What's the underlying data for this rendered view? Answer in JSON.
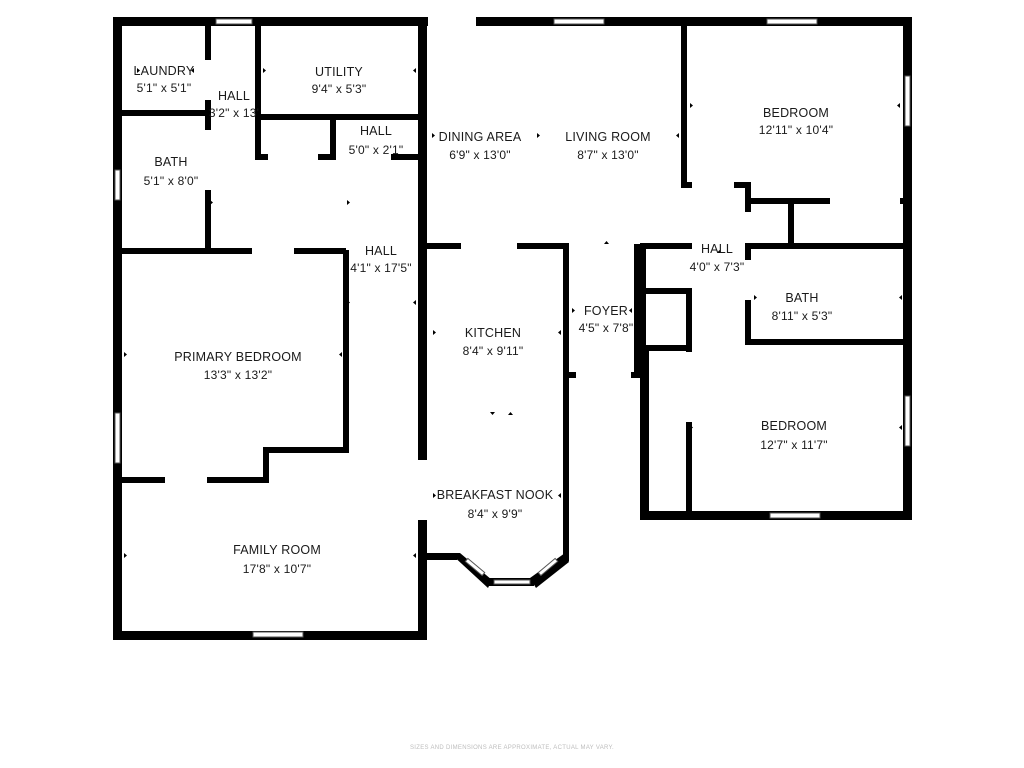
{
  "rooms": [
    {
      "key": "laundry",
      "name": "LAUNDRY",
      "dims": "5'1\" x 5'1\""
    },
    {
      "key": "hall_a",
      "name": "HALL",
      "dims": "3'2\" x 13'"
    },
    {
      "key": "utility",
      "name": "UTILITY",
      "dims": "9'4\" x 5'3\""
    },
    {
      "key": "hall_b",
      "name": "HALL",
      "dims": "5'0\" x 2'1\""
    },
    {
      "key": "dining",
      "name": "DINING AREA",
      "dims": "6'9\" x 13'0\""
    },
    {
      "key": "living",
      "name": "LIVING ROOM",
      "dims": "8'7\" x 13'0\""
    },
    {
      "key": "bedroom_ne",
      "name": "BEDROOM",
      "dims": "12'11\" x 10'4\""
    },
    {
      "key": "bath_w",
      "name": "BATH",
      "dims": "5'1\" x 8'0\""
    },
    {
      "key": "hall_c",
      "name": "HALL",
      "dims": "4'1\" x 17'5\""
    },
    {
      "key": "hall_d",
      "name": "HALL",
      "dims": "4'0\" x 7'3\""
    },
    {
      "key": "bath_e",
      "name": "BATH",
      "dims": "8'11\" x 5'3\""
    },
    {
      "key": "foyer",
      "name": "FOYER",
      "dims": "4'5\" x 7'8\""
    },
    {
      "key": "kitchen",
      "name": "KITCHEN",
      "dims": "8'4\" x 9'11\""
    },
    {
      "key": "primary",
      "name": "PRIMARY BEDROOM",
      "dims": "13'3\" x 13'2\""
    },
    {
      "key": "bedroom_se",
      "name": "BEDROOM",
      "dims": "12'7\" x 11'7\""
    },
    {
      "key": "nook",
      "name": "BREAKFAST NOOK",
      "dims": "8'4\" x 9'9\""
    },
    {
      "key": "family",
      "name": "FAMILY ROOM",
      "dims": "17'8\" x 10'7\""
    }
  ],
  "disclaimer": "SIZES AND DIMENSIONS ARE APPROXIMATE, ACTUAL MAY VARY."
}
